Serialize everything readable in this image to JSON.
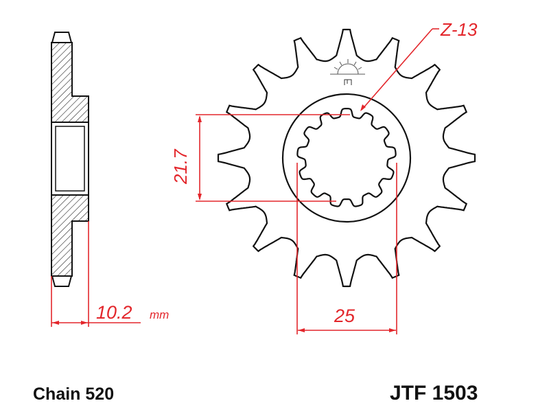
{
  "labels": {
    "chain": "Chain 520",
    "part_number": "JTF 1503",
    "spline_count": "Z-13",
    "dim_height": "21.7",
    "dim_width": "25",
    "dim_thickness": "10.2",
    "dim_unit": "mm"
  },
  "colors": {
    "dimension": "#e3262b",
    "outline": "#111111"
  }
}
